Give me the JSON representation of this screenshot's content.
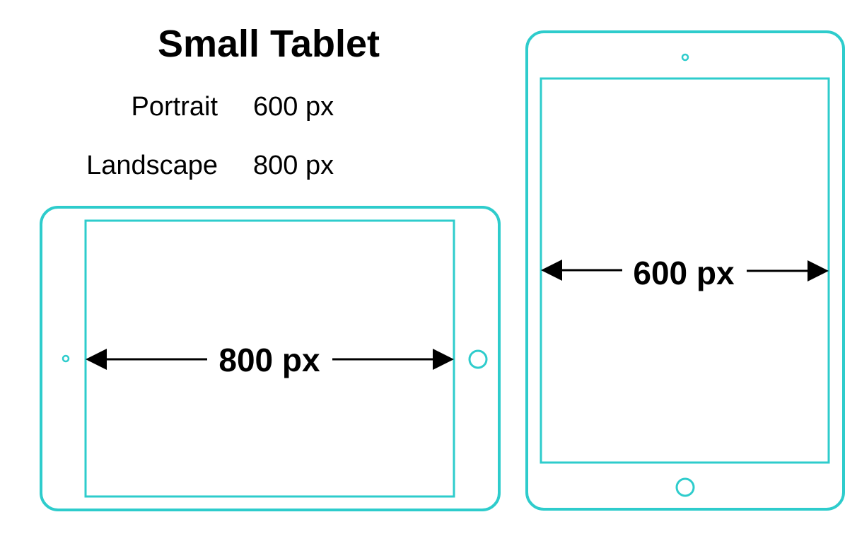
{
  "title": "Small Tablet",
  "specs": [
    {
      "label": "Portrait",
      "value": "600 px"
    },
    {
      "label": "Landscape",
      "value": "800 px"
    }
  ],
  "landscape_tablet": {
    "width_label": "800 px"
  },
  "portrait_tablet": {
    "width_label": "600 px"
  },
  "colors": {
    "device_outline": "#2ECCCC",
    "arrow": "#000000",
    "text": "#000000",
    "background": "#FFFFFF"
  }
}
